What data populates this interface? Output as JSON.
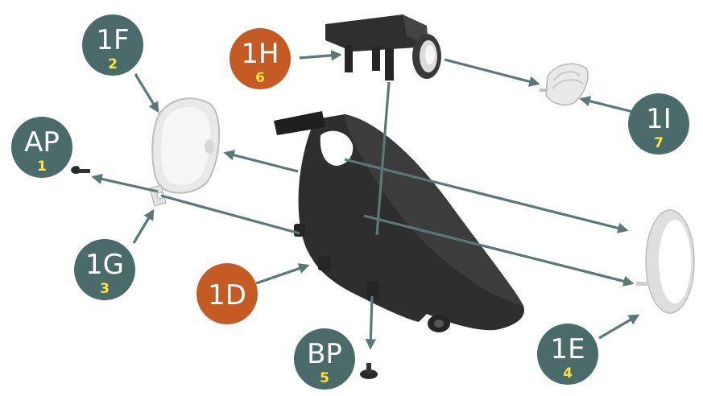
{
  "colors": {
    "badge_teal": "#4b6b6b",
    "badge_orange": "#c45a24",
    "number_yellow": "#ffe23a",
    "arrow": "#5a7878",
    "part_dark": "#2e2e2e",
    "part_light": "#e9e9e9"
  },
  "labels": {
    "ap": {
      "code": "AP",
      "num": "1"
    },
    "f1": {
      "code": "1F",
      "num": "2"
    },
    "g1": {
      "code": "1G",
      "num": "3"
    },
    "h1": {
      "code": "1H",
      "num": "6"
    },
    "i1": {
      "code": "1I",
      "num": "7"
    },
    "d1": {
      "code": "1D",
      "num": ""
    },
    "e1": {
      "code": "1E",
      "num": "4"
    },
    "bp": {
      "code": "BP",
      "num": "5"
    }
  },
  "parts": {
    "mirror_housing": "part-dark",
    "mirror_glass": "part-light",
    "indicator_lens": "part-light",
    "headlight_lens": "part-light",
    "bracket": "part-dark",
    "screw": "part-dark"
  }
}
